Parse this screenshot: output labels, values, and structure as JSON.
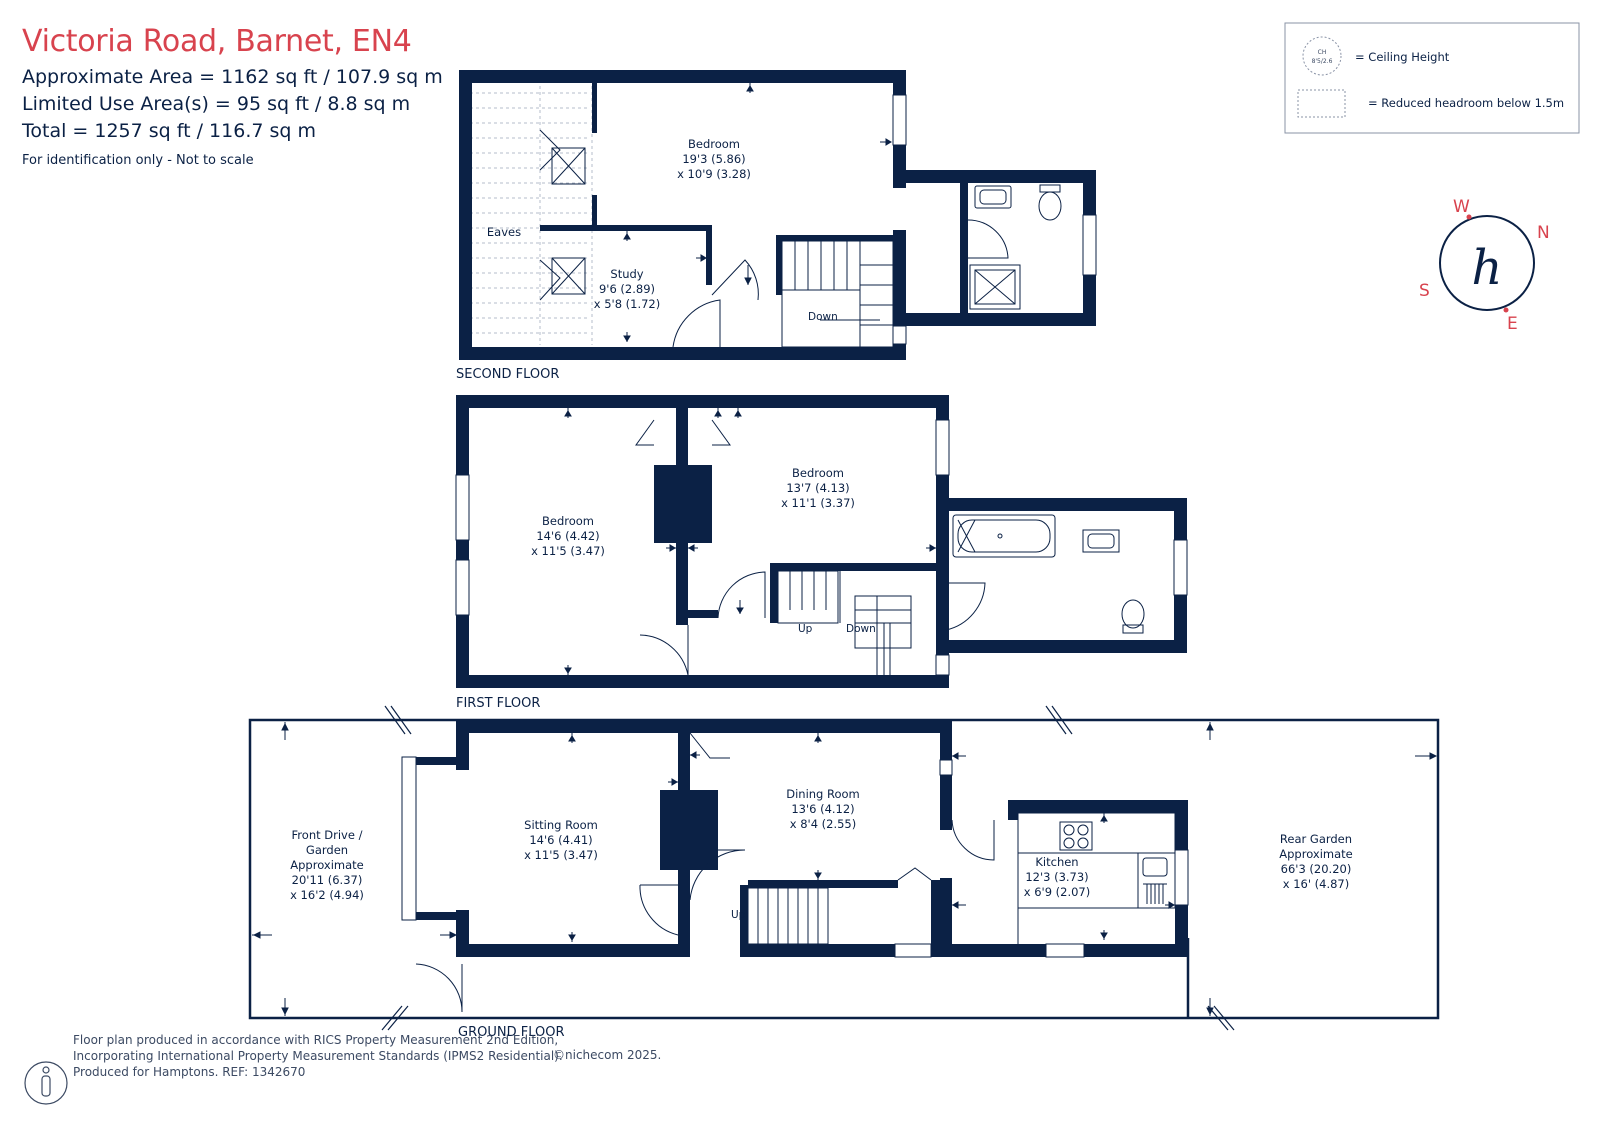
{
  "header": {
    "title": "Victoria Road, Barnet, EN4",
    "approx_area": "Approximate Area = 1162 sq ft / 107.9 sq m",
    "limited_use": "Limited Use Area(s) = 95 sq ft / 8.8 sq m",
    "total": "Total = 1257 sq ft / 116.7 sq m",
    "note": "For identification only - Not to scale"
  },
  "legend": {
    "ceiling_icon_top": "CH",
    "ceiling_icon_bottom": "8'5/2.6",
    "ceiling_label": "= Ceiling Height",
    "reduced_label": "= Reduced headroom below 1.5m"
  },
  "compass": {
    "w": "W",
    "n": "N",
    "s": "S",
    "e": "E",
    "logo": "h"
  },
  "floors": {
    "second": {
      "label": "SECOND FLOOR",
      "bedroom": {
        "name": "Bedroom",
        "dim1": "19'3 (5.86)",
        "dim2": "x 10'9 (3.28)"
      },
      "study": {
        "name": "Study",
        "dim1": "9'6 (2.89)",
        "dim2": "x 5'8 (1.72)"
      },
      "eaves": "Eaves",
      "down": "Down"
    },
    "first": {
      "label": "FIRST FLOOR",
      "bedroom_left": {
        "name": "Bedroom",
        "dim1": "14'6 (4.42)",
        "dim2": "x 11'5 (3.47)"
      },
      "bedroom_right": {
        "name": "Bedroom",
        "dim1": "13'7 (4.13)",
        "dim2": "x 11'1 (3.37)"
      },
      "up": "Up",
      "down": "Down"
    },
    "ground": {
      "label": "GROUND FLOOR",
      "front": {
        "l1": "Front Drive /",
        "l2": "Garden",
        "l3": "Approximate",
        "dim1": "20'11 (6.37)",
        "dim2": "x 16'2 (4.94)"
      },
      "sitting": {
        "name": "Sitting Room",
        "dim1": "14'6 (4.41)",
        "dim2": "x 11'5 (3.47)"
      },
      "dining": {
        "name": "Dining Room",
        "dim1": "13'6 (4.12)",
        "dim2": "x 8'4 (2.55)"
      },
      "kitchen": {
        "name": "Kitchen",
        "dim1": "12'3 (3.73)",
        "dim2": "x 6'9 (2.07)"
      },
      "rear": {
        "l1": "Rear Garden",
        "l2": "Approximate",
        "dim1": "66'3 (20.20)",
        "dim2": "x 16' (4.87)"
      },
      "up": "Up"
    }
  },
  "footer": {
    "line1": "Floor plan produced in accordance with RICS Property Measurement 2nd Edition,",
    "line2": "Incorporating International Property Measurement Standards (IPMS2 Residential).",
    "line3": "Produced for Hamptons.  REF: 1342670",
    "copyright": "©nichecom 2025."
  },
  "colors": {
    "wall": "#0b2145",
    "title": "#d8434e",
    "accent": "#d8434e"
  }
}
